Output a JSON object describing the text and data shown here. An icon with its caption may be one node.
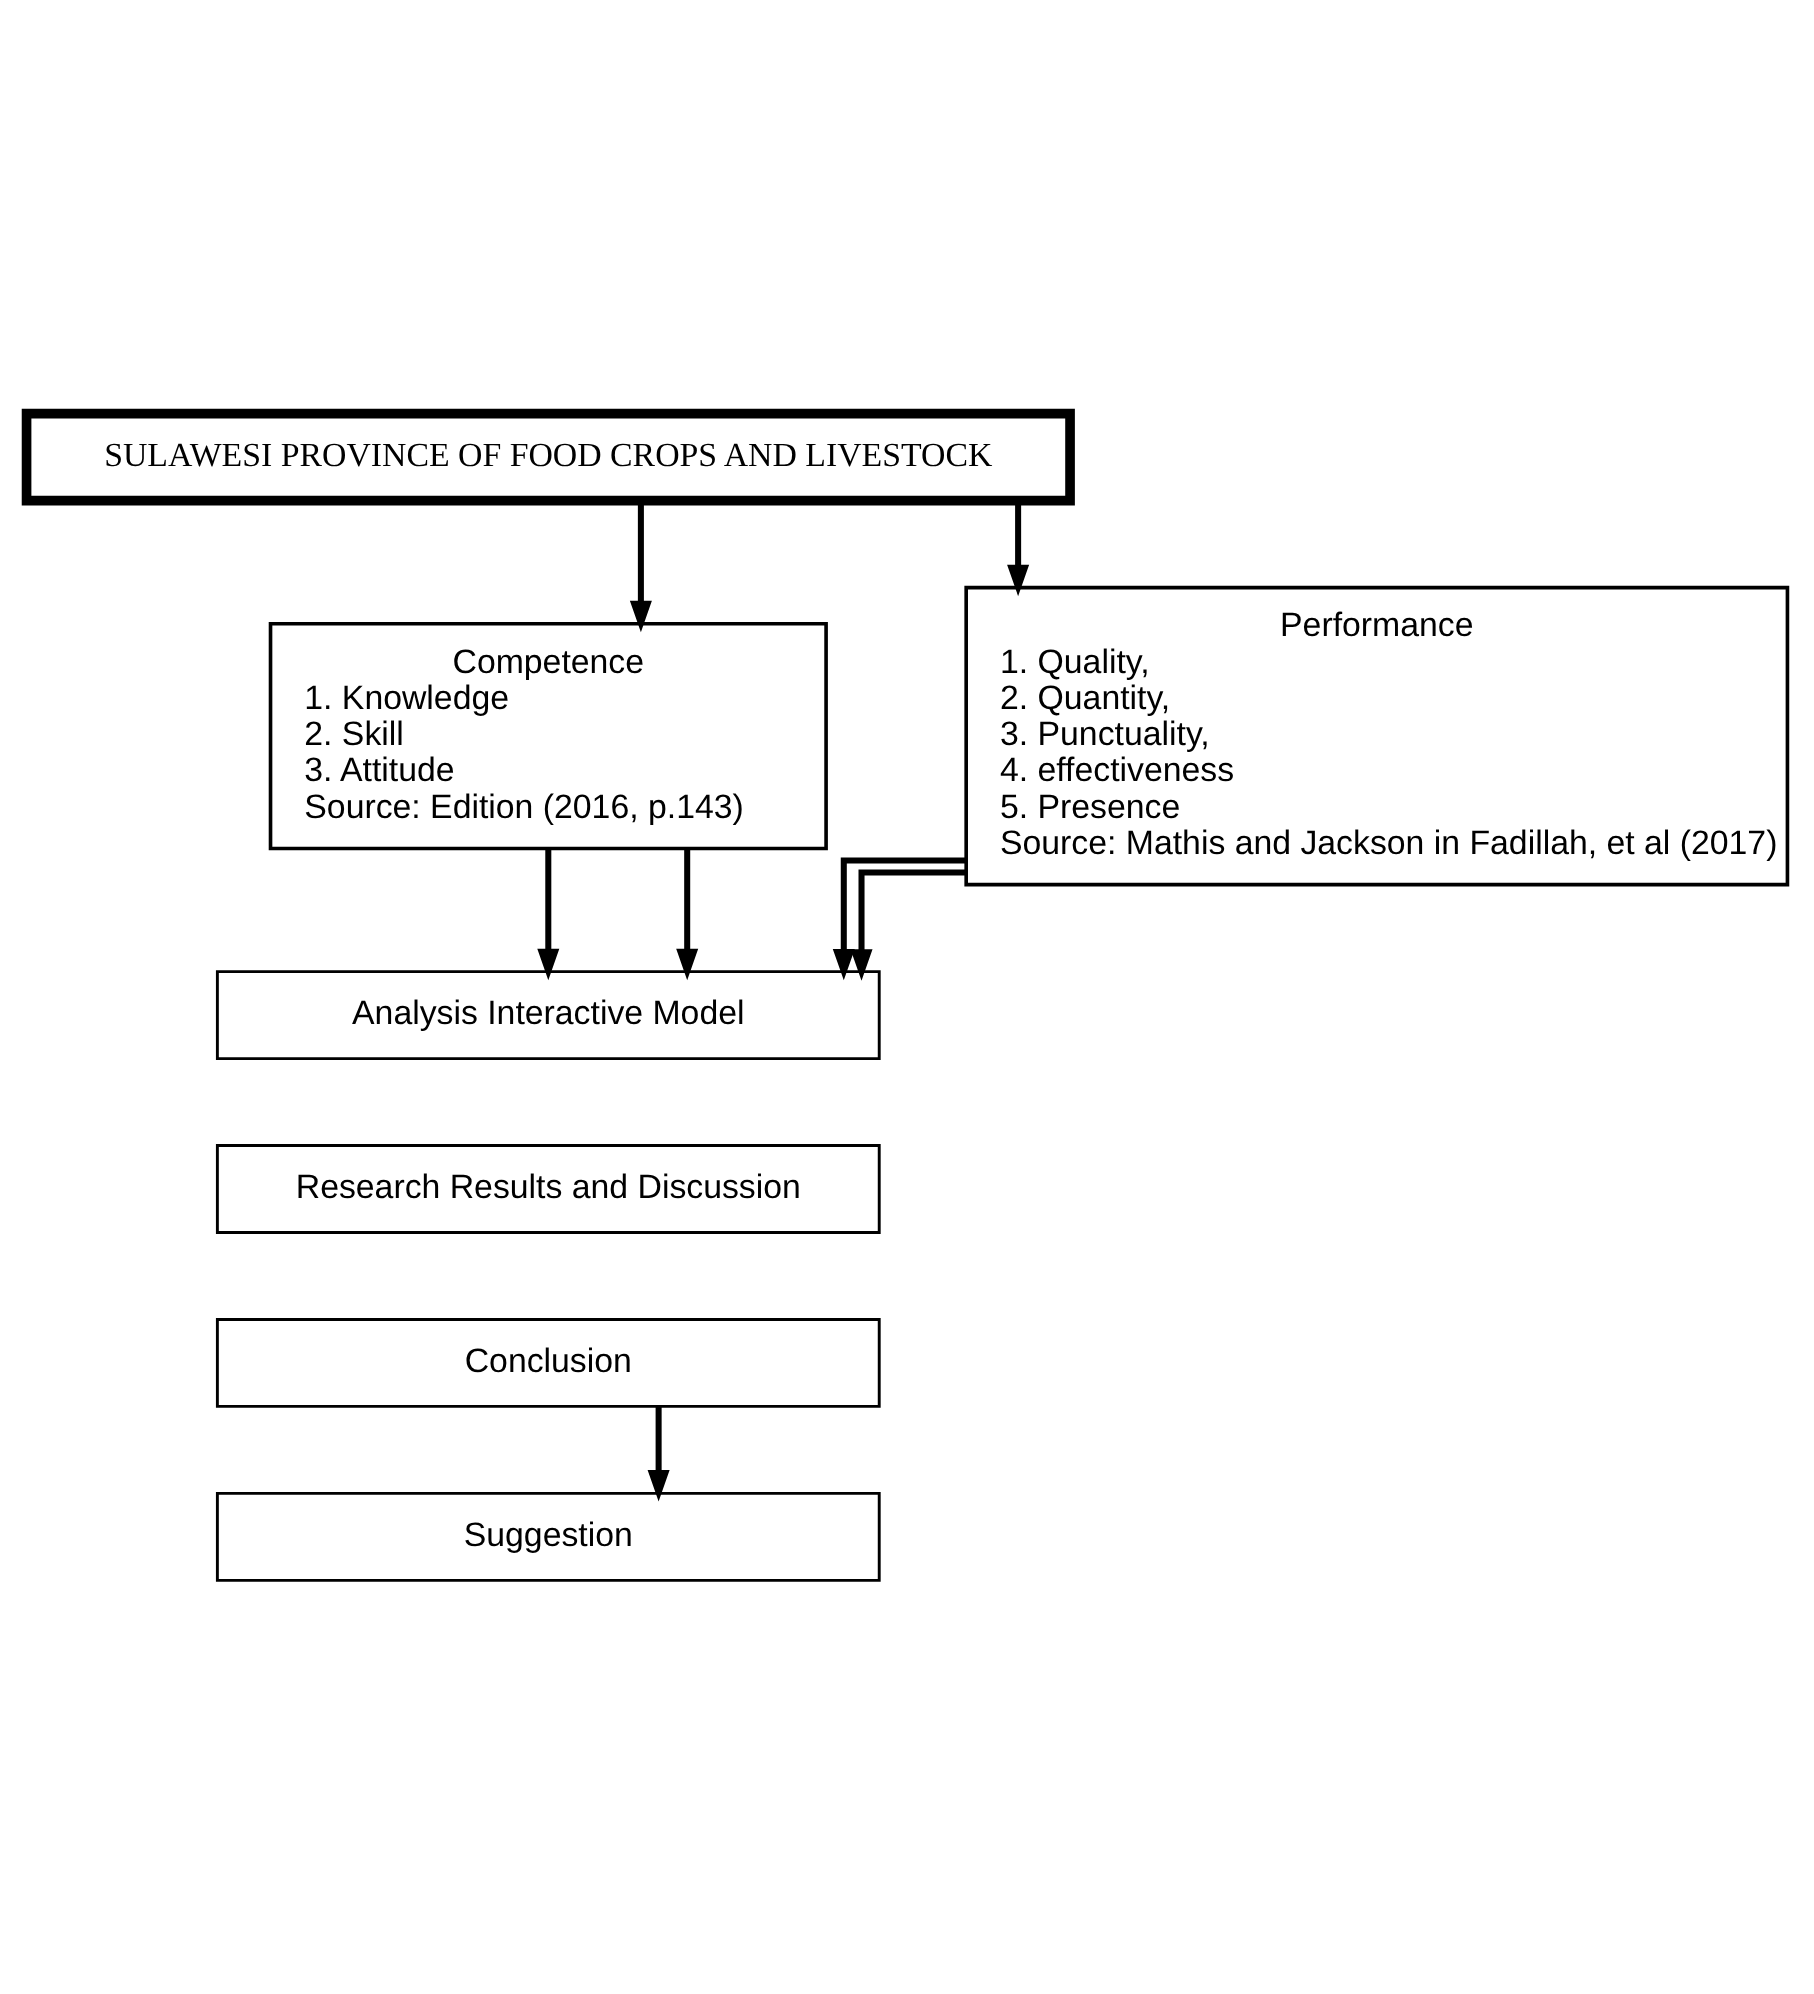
{
  "diagram": {
    "nodes": [
      {
        "text": [
          "SULAWESI PROVINCE OF FOOD CROPS AND LIVESTOCK"
        ]
      },
      {
        "text": [
          "Competence",
          "1. Knowledge",
          "2. Skill",
          "3. Attitude",
          "Source: Edition (2016, p.143)"
        ]
      },
      {
        "text": [
          "Performance",
          "1. Quality,",
          "2. Quantity,",
          "3. Punctuality,",
          "4. effectiveness",
          "5. Presence",
          "Source: Mathis and Jackson in Fadillah, et al (2017)"
        ]
      },
      {
        "text": [
          "Analysis Interactive Model"
        ]
      },
      {
        "text": [
          "Research Results and Discussion"
        ]
      },
      {
        "text": [
          "Conclusion"
        ]
      },
      {
        "text": [
          "Suggestion"
        ]
      }
    ],
    "edges": [
      {
        "from": 0,
        "to": 1,
        "arrow": "to"
      },
      {
        "from": 0,
        "to": 2,
        "arrow": "to"
      },
      {
        "from": 1,
        "to": 3,
        "arrow": "to"
      },
      {
        "from": 1,
        "to": 3,
        "arrow": "to"
      },
      {
        "from": 2,
        "to": 3,
        "arrow": "to"
      },
      {
        "from": 2,
        "to": 3,
        "arrow": "to"
      },
      {
        "from": 5,
        "to": 6,
        "arrow": "to"
      }
    ]
  }
}
